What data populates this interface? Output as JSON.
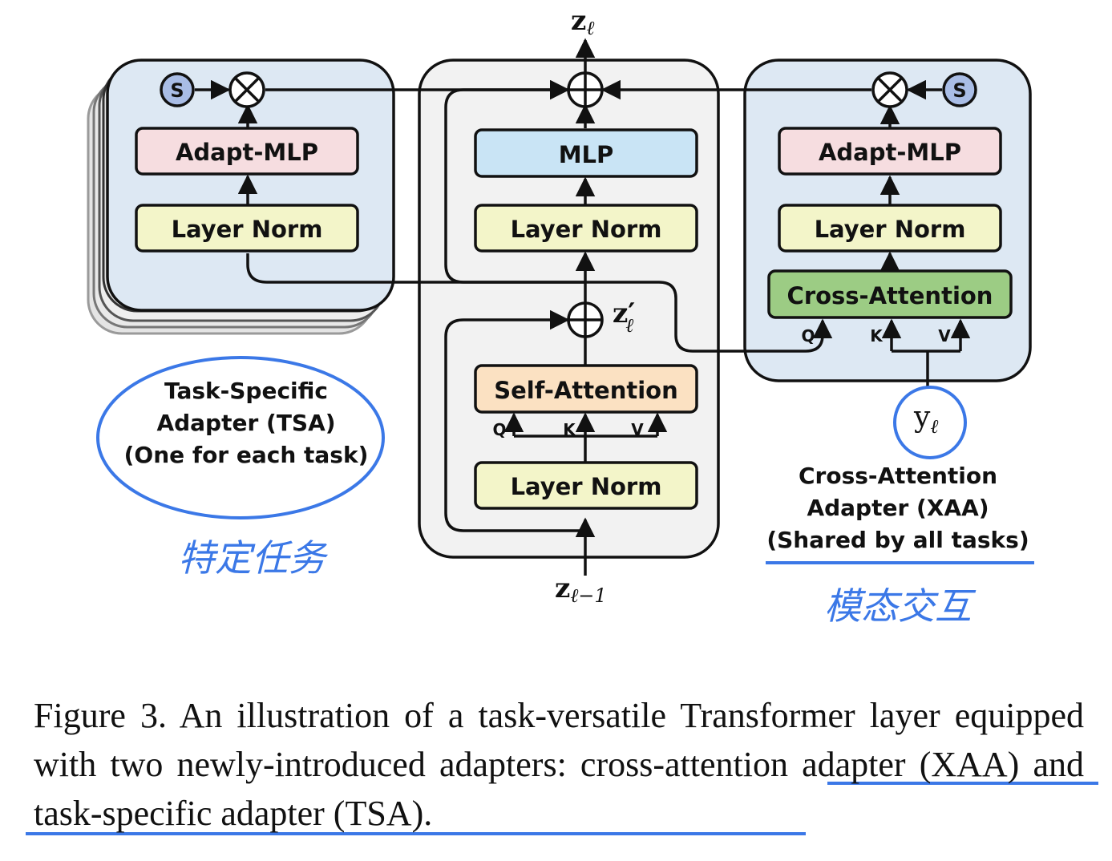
{
  "diagram": {
    "output_label": "z",
    "output_sub": "ℓ",
    "input_label": "z",
    "input_sub": "ℓ−1",
    "mid_label": "z′",
    "mid_sub": "ℓ",
    "y_label": "y",
    "y_sub": "ℓ",
    "tsa": {
      "scale_symbol": "S",
      "adapt_mlp": "Adapt-MLP",
      "layer_norm": "Layer Norm"
    },
    "transformer": {
      "mlp": "MLP",
      "layer_norm_top": "Layer Norm",
      "self_attention": "Self-Attention",
      "layer_norm_bottom": "Layer Norm",
      "q": "Q",
      "k": "K",
      "v": "V"
    },
    "xaa": {
      "scale_symbol": "S",
      "adapt_mlp": "Adapt-MLP",
      "layer_norm": "Layer Norm",
      "cross_attention": "Cross-Attention",
      "q": "Q",
      "k": "K",
      "v": "V"
    },
    "tsa_callout": [
      "Task-Specific",
      "Adapter (TSA)",
      "(One for each task)"
    ],
    "xaa_callout": [
      "Cross-Attention",
      "Adapter (XAA)",
      "(Shared by all tasks)"
    ],
    "handwritten_left": "特定任务",
    "handwritten_right": "模态交互"
  },
  "colors": {
    "adapter_panel": "#dde8f3",
    "transformer_panel": "#f2f2f2",
    "adapt_mlp": "#f6dde0",
    "layer_norm": "#f3f5c9",
    "mlp": "#c9e4f5",
    "self_attention": "#fbe1c2",
    "cross_attention": "#9ccc84",
    "scale_circle": "#a9bde6",
    "annotation_blue": "#3b78e7"
  },
  "caption": {
    "text": "Figure 3.  An illustration of a task-versatile Transformer layer equipped with two newly-introduced adapters: cross-attention adapter (XAA) and task-specific adapter (TSA)."
  }
}
